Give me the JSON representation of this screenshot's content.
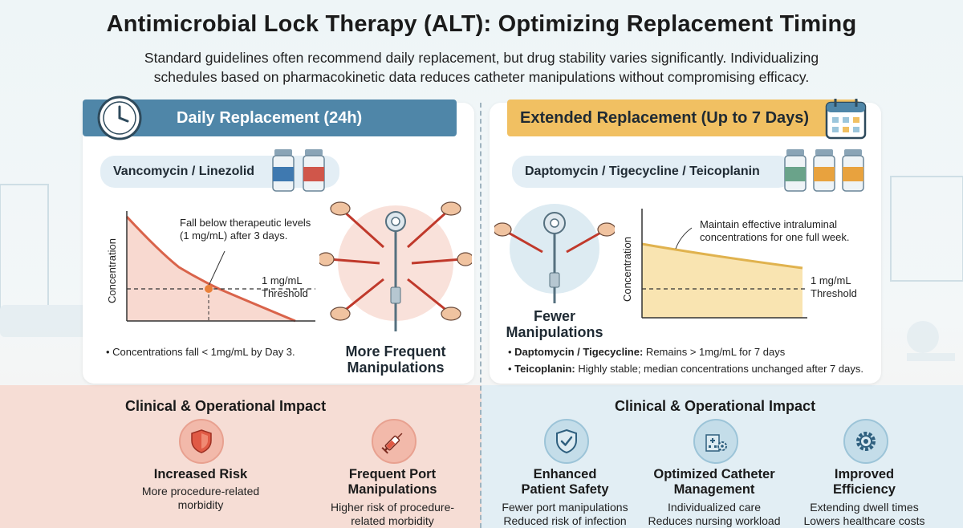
{
  "header": {
    "title": "Antimicrobial Lock Therapy (ALT): Optimizing Replacement Timing",
    "subtitle_line1": "Standard guidelines often recommend daily replacement, but drug stability varies significantly. Individualizing",
    "subtitle_line2": "schedules based on pharmacokinetic data reduces catheter manipulations without compromising efficacy."
  },
  "left": {
    "banner": "Daily Replacement (24h)",
    "drugs": "Vancomycin / Linezolid",
    "chart_annotation_line1": "Fall below therapeutic levels",
    "chart_annotation_line2": "(1 mg/mL) after 3 days.",
    "threshold_line1": "1 mg/mL",
    "threshold_line2": "Threshold",
    "ylabel": "Concentration",
    "note": "• Concentrations fall < 1mg/mL by Day 3.",
    "manip_line1": "More Frequent",
    "manip_line2": "Manipulations",
    "impact_title": "Clinical & Operational Impact",
    "cards": [
      {
        "title1": "Increased Risk",
        "title2": "",
        "text1": "More procedure-related",
        "text2": "morbidity"
      },
      {
        "title1": "Frequent Port",
        "title2": "Manipulations",
        "text1": "Higher risk of procedure-",
        "text2": "related morbidity"
      }
    ]
  },
  "right": {
    "banner": "Extended Replacement (Up to 7 Days)",
    "drugs": "Daptomycin / Tigecycline / Teicoplanin",
    "chart_annotation_line1": "Maintain effective intraluminal",
    "chart_annotation_line2": "concentrations for one full week.",
    "threshold_line1": "1 mg/mL",
    "threshold_line2": "Threshold",
    "ylabel": "Concentration",
    "manip_line1": "Fewer",
    "manip_line2": "Manipulations",
    "note1_bold": "Daptomycin / Tigecycline:",
    "note1_rest": " Remains > 1mg/mL for 7 days",
    "note2_bold": "Teicoplanin:",
    "note2_rest": " Highly stable; median concentrations unchanged after 7 days.",
    "impact_title": "Clinical & Operational Impact",
    "cards": [
      {
        "title1": "Enhanced",
        "title2": "Patient Safety",
        "text1": "Fewer port manipulations",
        "text2": "Reduced risk of infection"
      },
      {
        "title1": "Optimized Catheter",
        "title2": "Management",
        "text1": "Individualized care",
        "text2": "Reduces nursing workload"
      },
      {
        "title1": "Improved",
        "title2": "Efficiency",
        "text1": "Extending dwell times",
        "text2": "Lowers healthcare costs"
      }
    ]
  },
  "colors": {
    "left_banner": "#4f86a8",
    "right_banner": "#f1c062",
    "red_curve": "#d9634a",
    "yellow_fill": "#f8dfa3",
    "left_bottom_bg": "#f6ddd5",
    "right_bottom_bg": "#e2eef4"
  },
  "icons": [
    "clock-icon",
    "vial-icon",
    "calendar-icon",
    "shield-icon",
    "syringe-icon",
    "shield-check-icon",
    "hospital-gear-icon",
    "gear-icon",
    "catheter-port-icon",
    "hand-syringe-icon"
  ]
}
